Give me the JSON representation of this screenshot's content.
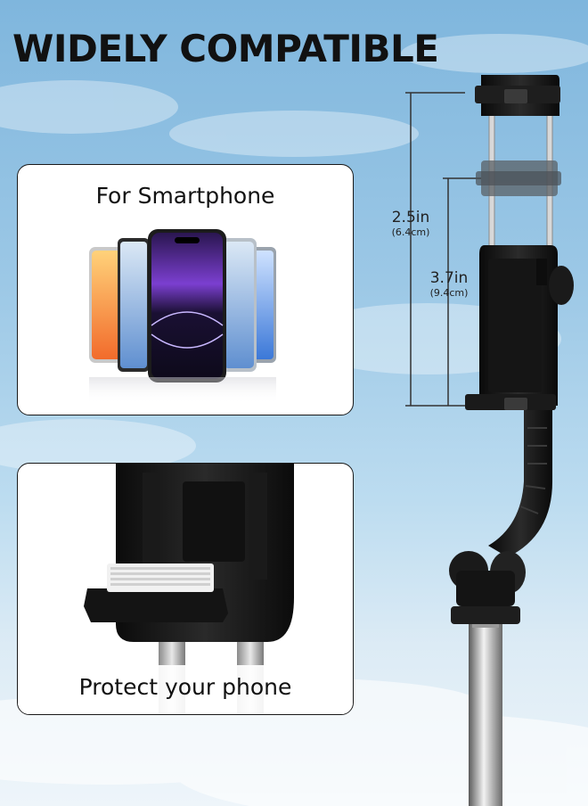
{
  "headline": "WIDELY COMPATIBLE",
  "cards": {
    "smartphone_label": "For Smartphone",
    "protect_label": "Protect  your phone"
  },
  "dimensions": {
    "outer_main": "2.5in",
    "outer_sub": "(6.4cm)",
    "inner_main": "3.7in",
    "inner_sub": "(9.4cm)"
  },
  "colors": {
    "sky_top": "#7fb6dd",
    "sky_bottom": "#eef5fa",
    "device_black": "#161616",
    "card_border": "#1a1a1a"
  },
  "icons": [
    "smartphone-lineup-illustration",
    "phone-clamp-closeup-illustration",
    "selfie-stick-tripod-illustration"
  ]
}
